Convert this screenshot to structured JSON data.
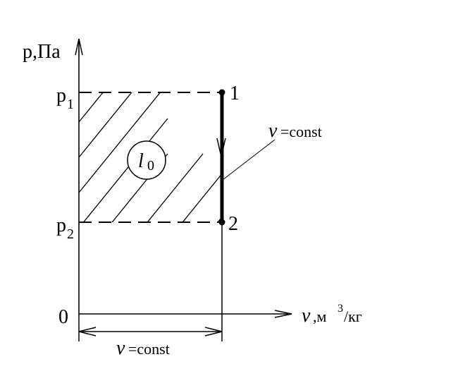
{
  "axes": {
    "y_label": "p,Па",
    "x_symbol": "v",
    "x_unit_prefix": ",м",
    "x_unit_exp": "3",
    "x_unit_suffix": "/кг",
    "origin": "0"
  },
  "pressure_labels": {
    "p1_main": "p",
    "p1_sub": "1",
    "p2_main": "p",
    "p2_sub": "2"
  },
  "points": {
    "state1": "1",
    "state2": "2"
  },
  "area_label": {
    "main": "l",
    "sub": "0"
  },
  "process_label": {
    "symbol": "v",
    "text": "=const"
  },
  "dimension_label": {
    "symbol": "v",
    "text": "=const"
  },
  "colors": {
    "ink": "#000000",
    "background": "#ffffff"
  }
}
